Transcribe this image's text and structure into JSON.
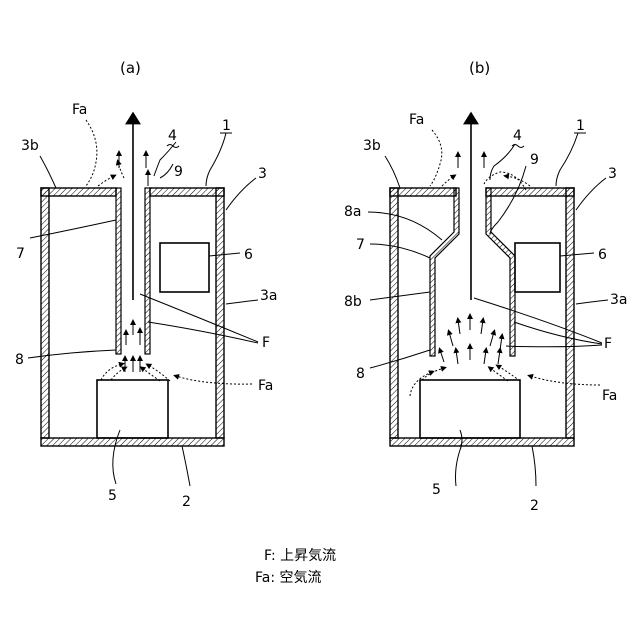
{
  "figure": {
    "panel_a": {
      "caption": "(a)",
      "labels": {
        "fa_top": "Fa",
        "ref_3b": "3b",
        "ref_4": "4",
        "ref_1": "1",
        "ref_9": "9",
        "ref_3": "3",
        "ref_7": "7",
        "ref_6": "6",
        "ref_3a": "3a",
        "ref_f": "F",
        "ref_8": "8",
        "fa_right": "Fa",
        "ref_5": "5",
        "ref_2": "2"
      }
    },
    "panel_b": {
      "caption": "(b)",
      "labels": {
        "fa_top": "Fa",
        "ref_3b": "3b",
        "ref_4": "4",
        "ref_1": "1",
        "ref_9": "9",
        "ref_3": "3",
        "ref_8a": "8a",
        "ref_7": "7",
        "ref_6": "6",
        "ref_8b": "8b",
        "ref_3a": "3a",
        "ref_f": "F",
        "ref_8": "8",
        "fa_right": "Fa",
        "ref_5": "5",
        "ref_2": "2"
      }
    },
    "legend": {
      "f": "F: 上昇気流",
      "fa": "Fa: 空気流"
    }
  }
}
